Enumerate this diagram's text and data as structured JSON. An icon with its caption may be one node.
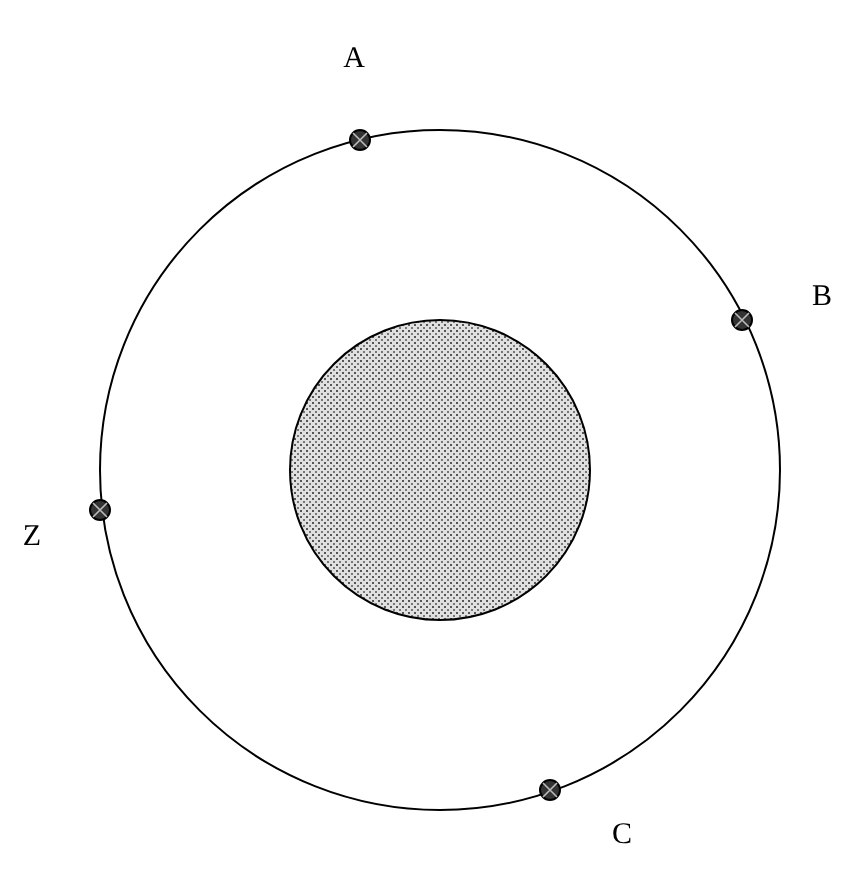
{
  "diagram": {
    "labels": [
      "A",
      "B",
      "Z",
      "C"
    ]
  }
}
